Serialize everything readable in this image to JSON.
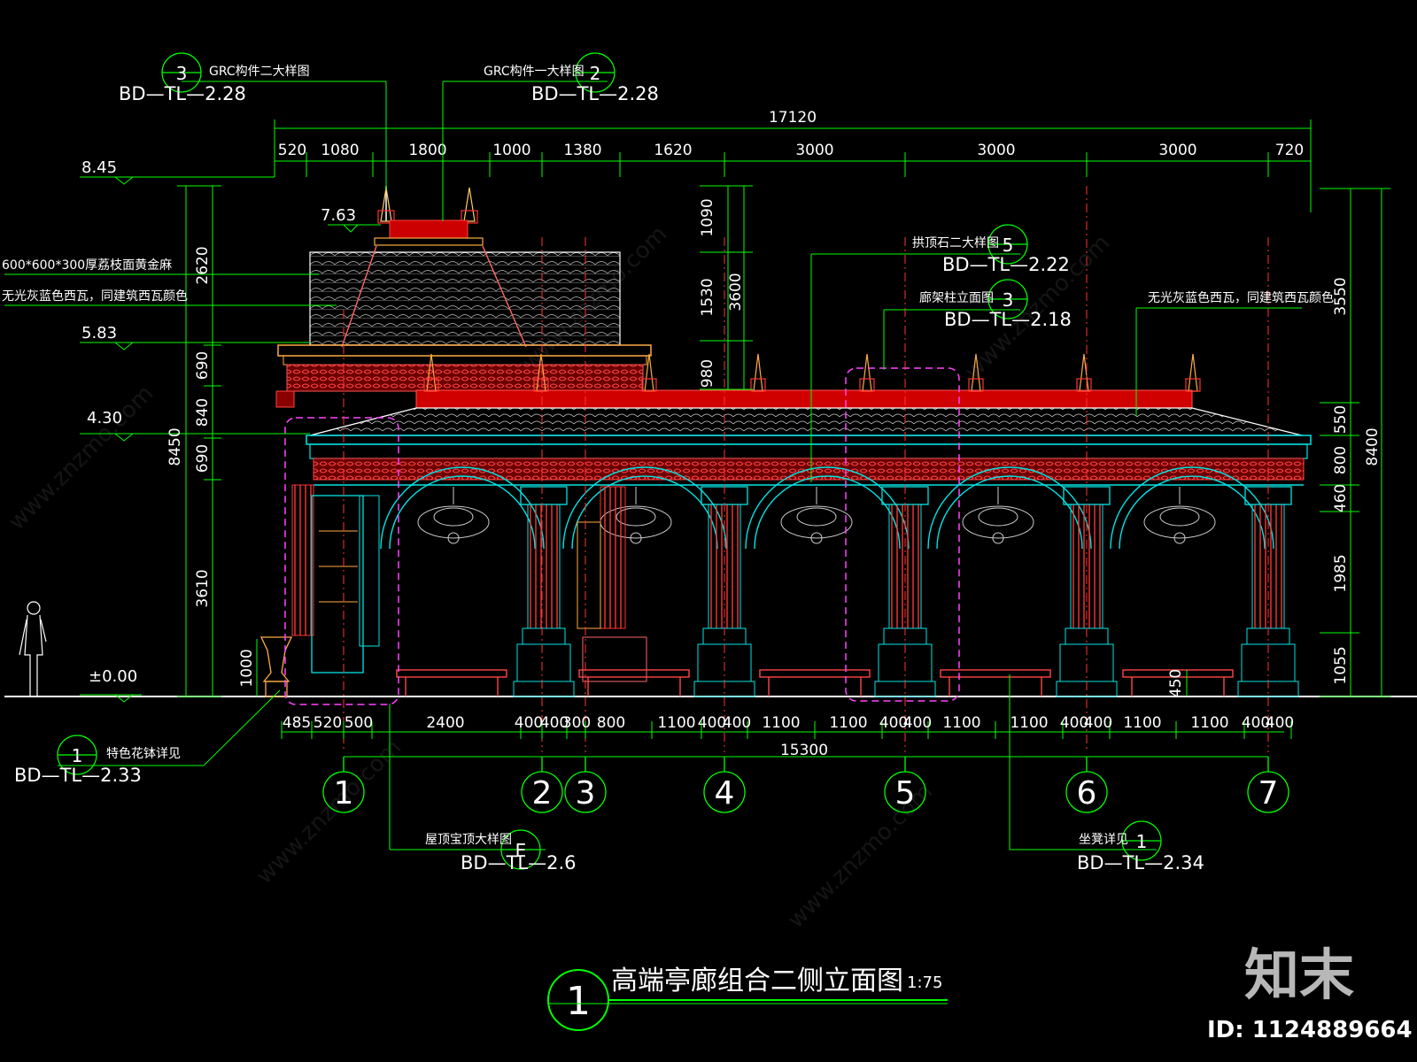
{
  "drawing": {
    "title": "高端亭廊组合二侧立面图",
    "scale": "1:75",
    "number": "1"
  },
  "dims_top": {
    "total": "17120",
    "segments": [
      "520",
      "1080",
      "1800",
      "1000",
      "1380",
      "1620",
      "3000",
      "3000",
      "3000",
      "720"
    ]
  },
  "dims_bottom": {
    "total": "15300",
    "segments": [
      "485",
      "520",
      "500",
      "2400",
      "400",
      "400",
      "300",
      "800",
      "1100",
      "400",
      "400",
      "1100",
      "1100",
      "400",
      "400",
      "1100",
      "1100",
      "400",
      "400",
      "1100",
      "1100",
      "400",
      "400"
    ]
  },
  "dims_left": {
    "total": "8450",
    "segments": [
      "2620",
      "690",
      "840",
      "690",
      "3610"
    ],
    "pedestal": "1000"
  },
  "dims_middle": {
    "total": "3600",
    "segments": [
      "1090",
      "1530",
      "980"
    ]
  },
  "dims_right": {
    "total": "8400",
    "segments": [
      "3550",
      "550",
      "800",
      "460",
      "1985",
      "1055"
    ],
    "bench": "450"
  },
  "levels": [
    "8.45",
    "7.63",
    "5.83",
    "4.30",
    "±0.00"
  ],
  "grid_labels": [
    "1",
    "2",
    "3",
    "4",
    "5",
    "6",
    "7"
  ],
  "callouts": {
    "c1": {
      "num": "3",
      "text": "GRC构件二大样图",
      "ref": "BD—TL—2.28"
    },
    "c2": {
      "num": "2",
      "text": "GRC构件一大样图",
      "ref": "BD—TL—2.28"
    },
    "c3": {
      "num": "5",
      "text": "拱顶石二大样图",
      "ref": "BD—TL—2.22"
    },
    "c4": {
      "num": "3",
      "text": "廊架柱立面图",
      "ref": "BD—TL—2.18"
    },
    "c5": {
      "num": "1",
      "text": "特色花钵详见",
      "ref": "BD—TL—2.33"
    },
    "c6": {
      "num": "E",
      "text": "屋顶宝顶大样图",
      "ref": "BD—TL—2.6"
    },
    "c7": {
      "num": "1",
      "text": "坐凳详见",
      "ref": "BD—TL—2.34"
    }
  },
  "notes": {
    "stone": "600*600*300厚荔枝面黄金麻",
    "tile_left": "无光灰蓝色西瓦，同建筑西瓦颜色",
    "tile_right": "无光灰蓝色西瓦，同建筑西瓦颜色"
  },
  "watermark": {
    "logo": "知末",
    "id": "ID: 1124889664"
  },
  "colors": {
    "background": "#000000",
    "dimension": "#00ff00",
    "outline": "#00ffff",
    "ornament": "#ff0000",
    "detail": "#ff00ff",
    "text": "#ffffff"
  }
}
